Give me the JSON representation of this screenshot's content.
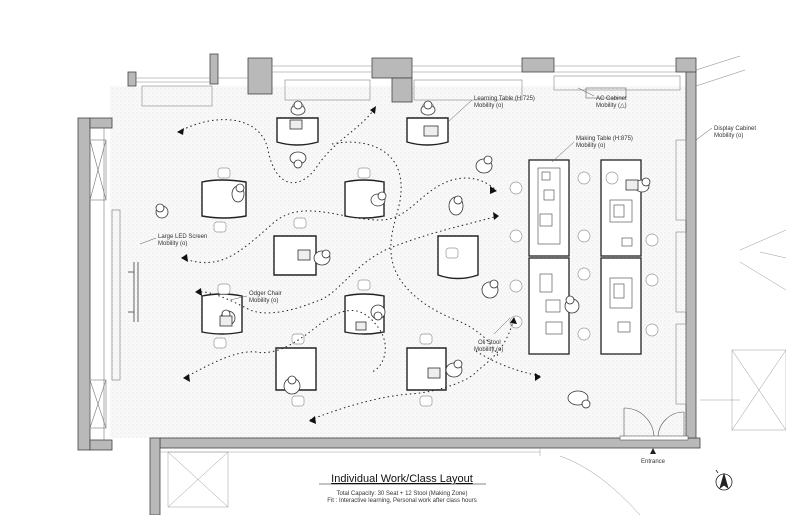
{
  "labels": {
    "learning_table": [
      "Learning Table (H:725)",
      "Mobility (o)"
    ],
    "ac_cabinet": [
      "AC Cabinet",
      "Mobility (△)"
    ],
    "making_table": [
      "Making Table (H:875)",
      "Mobility (o)"
    ],
    "display_cabinet": [
      "Display Cabinet",
      "Mobility (o)"
    ],
    "led_screen": [
      "Large LED Screen",
      "Mobility (o)"
    ],
    "odger_chair": [
      "Odger Chair",
      "Mobility (o)"
    ],
    "oli_stool": [
      "Oli Stool",
      "Mobility (o)"
    ],
    "entrance": "Entrance"
  },
  "title": {
    "main": "Individual Work/Class Layout",
    "capacity": "Total Capacity: 30 Seat + 12 Stool (Making Zone)",
    "fit": "Fit : Interactive learning, Personal work after class hours"
  },
  "colors": {
    "wall": "#b9b9b9",
    "line": "#222222",
    "floor": "#f7f7f7"
  },
  "icons": {
    "north": "north-arrow-icon"
  }
}
